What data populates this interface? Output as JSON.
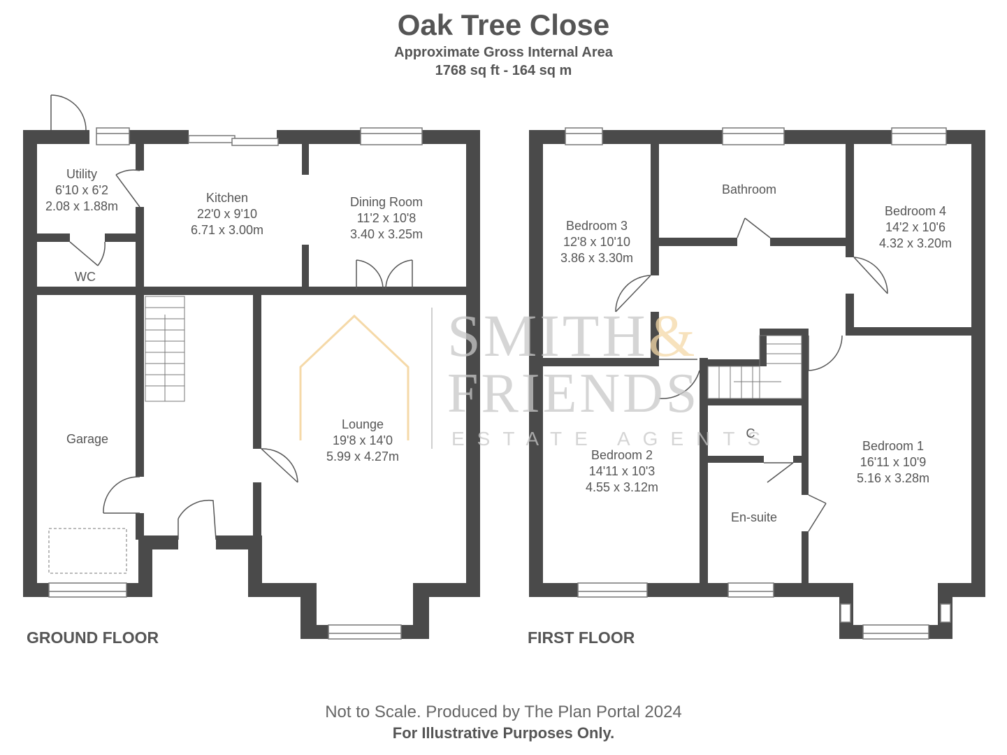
{
  "header": {
    "title": "Oak Tree Close",
    "subtitle": "Approximate Gross Internal Area",
    "area": "1768 sq ft - 164 sq m"
  },
  "floors": {
    "ground": "GROUND FLOOR",
    "first": "FIRST FLOOR"
  },
  "rooms": {
    "utility": {
      "name": "Utility",
      "imperial": "6'10 x 6'2",
      "metric": "2.08 x 1.88m"
    },
    "kitchen": {
      "name": "Kitchen",
      "imperial": "22'0 x 9'10",
      "metric": "6.71 x 3.00m"
    },
    "dining": {
      "name": "Dining Room",
      "imperial": "11'2 x 10'8",
      "metric": "3.40 x 3.25m"
    },
    "wc": {
      "name": "WC"
    },
    "garage": {
      "name": "Garage"
    },
    "lounge": {
      "name": "Lounge",
      "imperial": "19'8 x 14'0",
      "metric": "5.99 x 4.27m"
    },
    "bedroom3": {
      "name": "Bedroom 3",
      "imperial": "12'8 x 10'10",
      "metric": "3.86 x 3.30m"
    },
    "bathroom": {
      "name": "Bathroom"
    },
    "bedroom4": {
      "name": "Bedroom 4",
      "imperial": "14'2 x 10'6",
      "metric": "4.32 x 3.20m"
    },
    "cupboard": {
      "name": "C"
    },
    "bedroom2": {
      "name": "Bedroom 2",
      "imperial": "14'11 x 10'3",
      "metric": "4.55 x 3.12m"
    },
    "ensuite": {
      "name": "En-suite"
    },
    "bedroom1": {
      "name": "Bedroom 1",
      "imperial": "16'11 x 10'9",
      "metric": "5.16 x 3.28m"
    }
  },
  "watermark": {
    "line1": "SMITH",
    "amp": "&",
    "line2": "FRIENDS",
    "line3": "ESTATE AGENTS"
  },
  "footer": {
    "note": "Not to Scale. Produced by The Plan Portal 2024",
    "disclaimer": "For Illustrative Purposes Only."
  },
  "colors": {
    "wall": "#4a4a4a",
    "text": "#555555",
    "watermark_house": "#f5d9a8",
    "watermark_text": "#c8c8c8",
    "watermark_amp": "#f5d9a8"
  }
}
